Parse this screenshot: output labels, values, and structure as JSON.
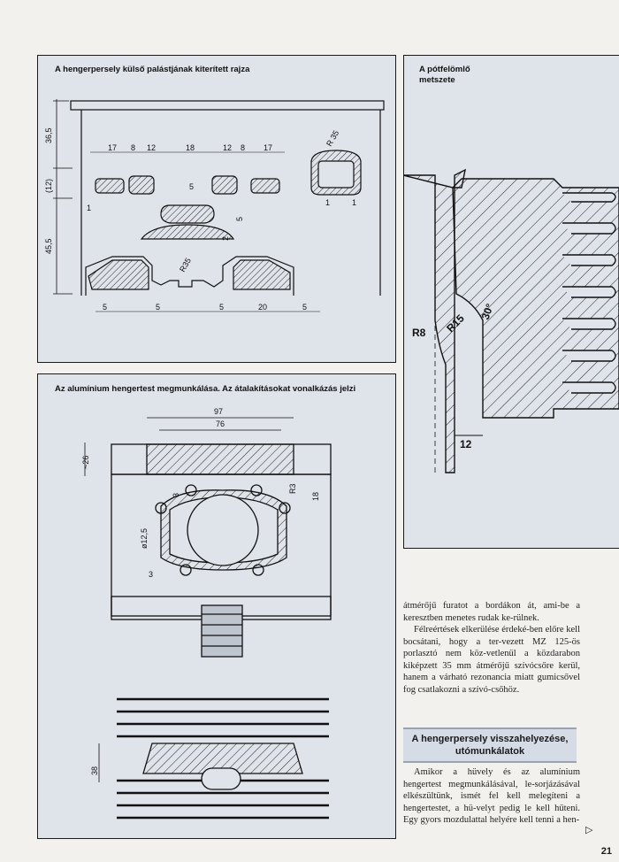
{
  "figures": {
    "fig1": {
      "caption": "A hengerpersely külső palástjának kiterített rajza",
      "dims": [
        "36,5",
        "(12)",
        "45,5",
        "17",
        "8",
        "12",
        "18",
        "12",
        "8",
        "17",
        "5",
        "5",
        "5",
        "5",
        "20",
        "5",
        "R 35",
        "R35",
        "5",
        "2",
        "1",
        "1",
        "1"
      ]
    },
    "fig2": {
      "caption": "A pótfelömlő metszete",
      "dims": [
        "R8",
        "R15",
        "30°",
        "12"
      ]
    },
    "fig3": {
      "caption": "Az alumínium hengertest megmunkálása. Az átalakításokat vonalkázás jelzi",
      "dims": [
        "97",
        "76",
        "~26",
        "3",
        "R3",
        "18",
        "ø12,5",
        "3",
        "38"
      ]
    }
  },
  "article": {
    "para1": "átmérőjű furatot a bordákon át, ami-be a keresztben menetes rudak ke-rülnek.",
    "para2": "Félreértések elkerülése érdeké-ben előre kell bocsátani, hogy a ter-vezett MZ 125-ös porlasztó nem köz-vetlenül a közdarabon kiképzett 35 mm átmérőjű szívócsőre kerül, hanem a várható rezonancia miatt gumicsővel fog csatlakozni a szívó-csőhöz.",
    "heading": "A hengerpersely visszahelyezése, utómunkálatok",
    "para3": "Amikor a hüvely és az alumínium hengertest megmunkálásával, le-sorjázásával elkészültünk, ismét fel kell melegíteni a hengertestet, a hü-velyt pedig le kell hűteni. Egy gyors mozdulattal helyére kell tenni a hen-"
  },
  "page_number": "21",
  "continue_mark": "▷"
}
